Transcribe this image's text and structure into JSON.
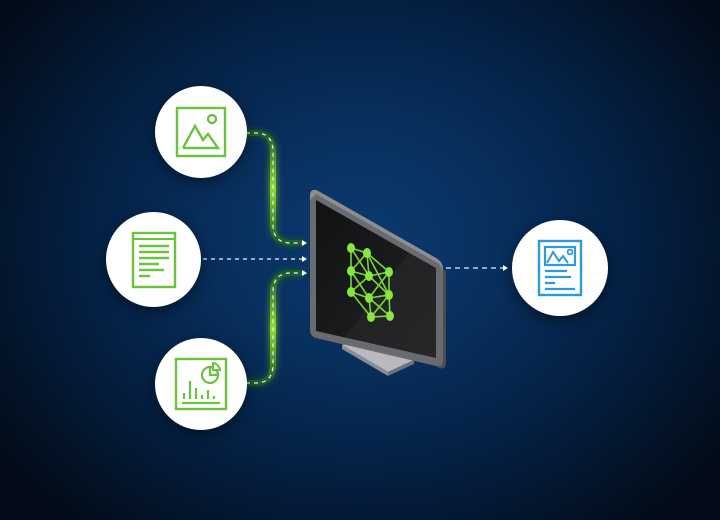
{
  "diagram": {
    "title": "Multimodal inputs processed by a neural network on a computer, producing a document output",
    "colors": {
      "background_center": "#0b3a70",
      "background_edge": "#020b17",
      "input_accent": "#6cc13f",
      "output_accent": "#2e9bd6",
      "node_fill": "#ffffff",
      "monitor_bezel": "#6e6f73",
      "monitor_screen": "#161718",
      "network_green": "#7ee03a"
    },
    "inputs": [
      {
        "id": "image",
        "icon": "image-icon",
        "label": "Image input"
      },
      {
        "id": "text",
        "icon": "document-text-icon",
        "label": "Text document input"
      },
      {
        "id": "chart",
        "icon": "chart-icon",
        "label": "Chart / data input"
      }
    ],
    "processor": {
      "icon": "neural-network-icon",
      "label": "Computer running neural network"
    },
    "output": {
      "id": "document",
      "icon": "document-with-image-icon",
      "label": "Generated document output"
    },
    "connectors": {
      "input_style": "green glowing dashed arrows",
      "output_style": "blue glowing dashed arrow"
    }
  }
}
